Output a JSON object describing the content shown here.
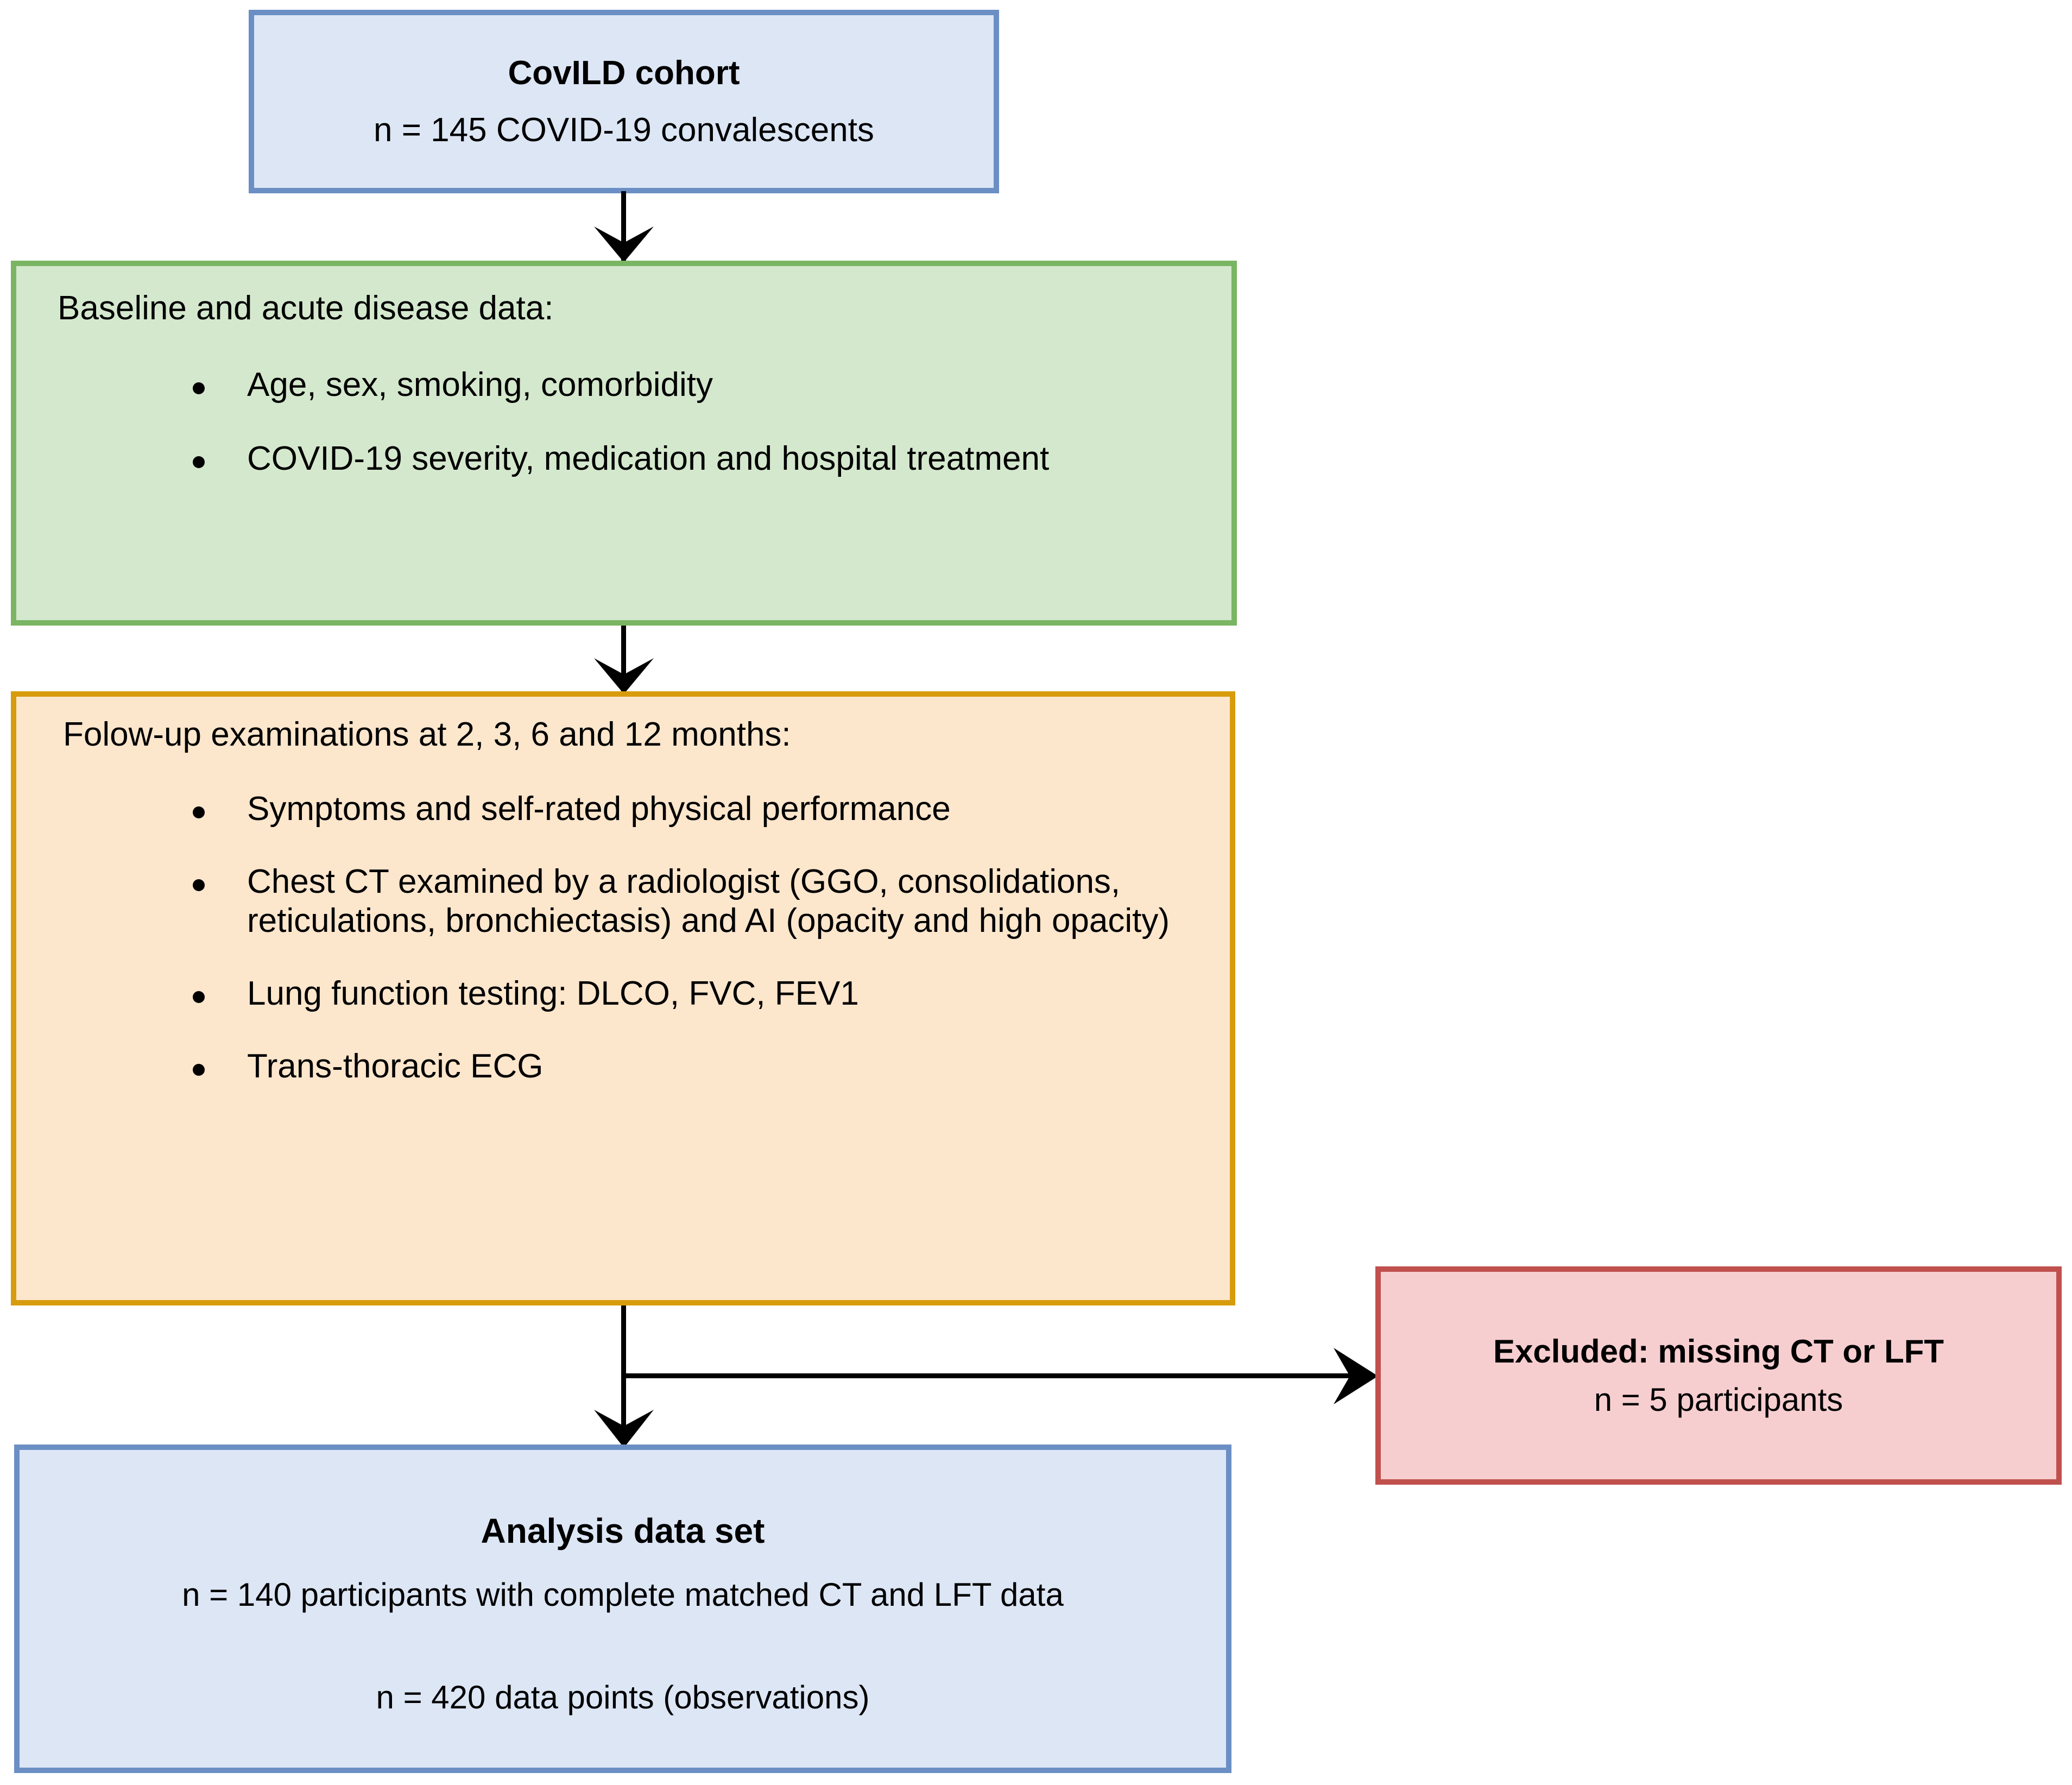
{
  "diagram": {
    "type": "flowchart",
    "title": "CovILD cohort study flow diagram",
    "colors": {
      "blue_fill": "#dce6f5",
      "blue_border": "#6b8fc4",
      "green_fill": "#d4e8cd",
      "green_border": "#7ab563",
      "orange_fill": "#fce6cc",
      "orange_border": "#d79c0d",
      "red_fill": "#f7ced0",
      "red_border": "#c0504d",
      "connector": "#000000"
    }
  },
  "cohort_box": {
    "title": "CovILD cohort",
    "line1": "n = 145 COVID-19 convalescents"
  },
  "baseline_box": {
    "heading": "Baseline and acute disease data:",
    "bullets": [
      "Age, sex, smoking, comorbidity",
      "COVID-19 severity, medication and hospital treatment"
    ]
  },
  "followup_box": {
    "heading": "Folow-up examinations at 2, 3, 6 and 12 months:",
    "bullets": [
      "Symptoms and self-rated physical performance",
      "Chest CT examined by a radiologist (GGO, consolidations, reticulations, bronchiectasis) and AI (opacity and high opacity)",
      "Lung function testing: DLCO, FVC, FEV1",
      "Trans-thoracic ECG"
    ]
  },
  "excluded_box": {
    "title": "Excluded: missing CT or LFT",
    "line1": "n = 5 participants"
  },
  "analysis_box": {
    "title": "Analysis data set",
    "line1": "n = 140 participants with complete matched CT and LFT data",
    "line2": "n = 420 data points (observations)"
  },
  "connectors": [
    {
      "name": "cohort-to-baseline",
      "from": "cohort_box",
      "to": "baseline_box",
      "direction": "down"
    },
    {
      "name": "baseline-to-followup",
      "from": "baseline_box",
      "to": "followup_box",
      "direction": "down"
    },
    {
      "name": "followup-to-analysis",
      "from": "followup_box",
      "to": "analysis_box",
      "direction": "down"
    },
    {
      "name": "followup-to-excluded",
      "from": "followup_box",
      "to": "excluded_box",
      "direction": "right"
    }
  ]
}
